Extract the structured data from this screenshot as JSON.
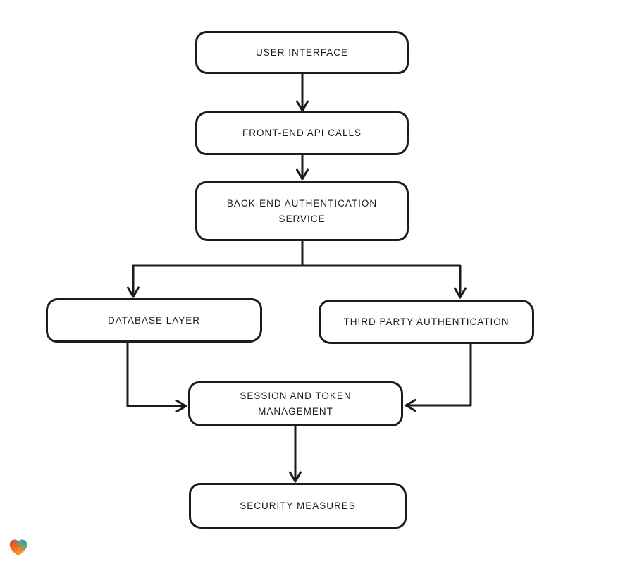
{
  "canvas": {
    "background": "#ffffff",
    "stroke_color": "#1b1b1b",
    "node_fill": "#ffffff",
    "text_color": "#1b1b1b"
  },
  "nodes": {
    "user_interface": {
      "label": "USER INTERFACE"
    },
    "front_end_api_calls": {
      "label": "FRONT-END API CALLS"
    },
    "back_end_auth_service": {
      "label": "BACK-END AUTHENTICATION\nSERVICE"
    },
    "database_layer": {
      "label": "DATABASE LAYER"
    },
    "third_party_auth": {
      "label": "THIRD PARTY AUTHENTICATION"
    },
    "session_token_management": {
      "label": "SESSION AND TOKEN\nMANAGEMENT"
    },
    "security_measures": {
      "label": "SECURITY MEASURES"
    }
  },
  "edges": [
    {
      "from": "user_interface",
      "to": "front_end_api_calls"
    },
    {
      "from": "front_end_api_calls",
      "to": "back_end_auth_service"
    },
    {
      "from": "back_end_auth_service",
      "to": "database_layer"
    },
    {
      "from": "back_end_auth_service",
      "to": "third_party_auth"
    },
    {
      "from": "database_layer",
      "to": "session_token_management"
    },
    {
      "from": "third_party_auth",
      "to": "session_token_management"
    },
    {
      "from": "session_token_management",
      "to": "security_measures"
    }
  ],
  "branding": {
    "logo": "heart-gradient-logo",
    "logo_colors": {
      "red": "#e4332f",
      "orange": "#f59d25",
      "blue": "#2d8fe3",
      "teal": "#35b49e"
    }
  }
}
